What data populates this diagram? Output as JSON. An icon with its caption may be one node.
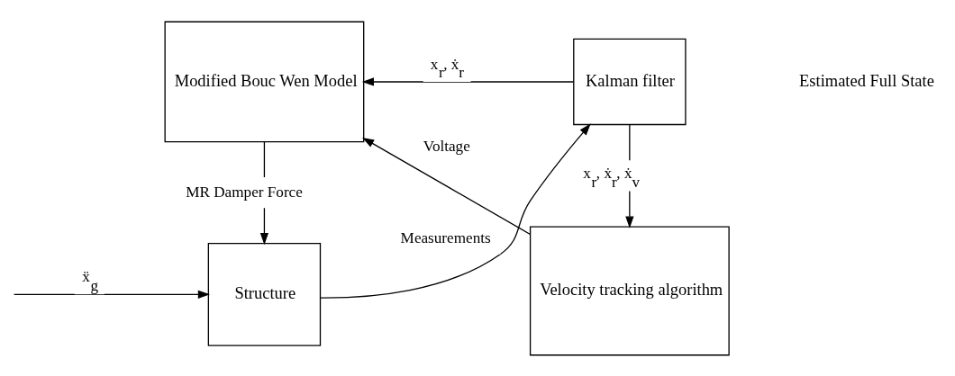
{
  "diagram": {
    "nodes": [
      {
        "text": [
          "Structure"
        ]
      },
      {
        "text": [
          "Kalman filter"
        ]
      },
      {
        "text": [
          "Modified Bouc Wen Model"
        ]
      },
      {
        "text": [
          "Velocity tracking algorithm"
        ]
      }
    ],
    "edges": [
      {
        "from": null,
        "to": 0,
        "arrow": "to",
        "label": "ẍ$_{g}$"
      },
      {
        "from": 0,
        "to": 1,
        "arrow": "to",
        "label": "Measurements"
      },
      {
        "from": 1,
        "to": 3,
        "arrow": "to",
        "label": "x$_{r}$, ẋ$_{r}$, ẋ$_{v}$"
      },
      {
        "from": 1,
        "to": 2,
        "arrow": "to",
        "label": "x$_{r}$, ẋ$_{r}$"
      },
      {
        "from": 3,
        "to": 2,
        "arrow": "to",
        "label": "Voltage"
      },
      {
        "from": 2,
        "to": 0,
        "arrow": "to",
        "label": "MR Damper Force"
      }
    ],
    "labels": [
      "Estimated Full State"
    ]
  }
}
